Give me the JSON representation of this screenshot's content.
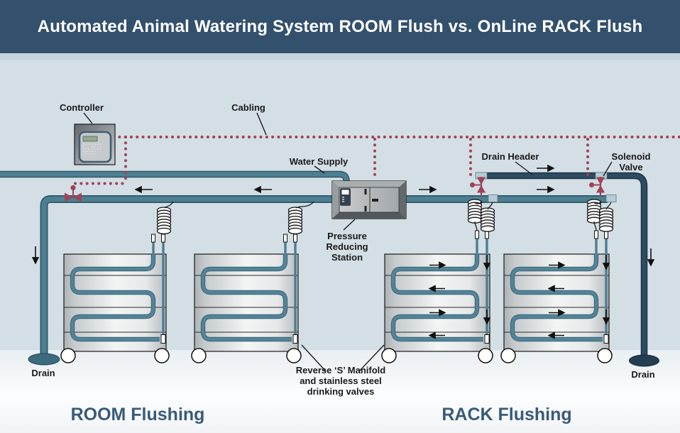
{
  "title": "Automated Animal Watering System ROOM Flush vs. OnLine RACK Flush",
  "labels": {
    "controller": "Controller",
    "cabling": "Cabling",
    "water_supply": "Water Supply",
    "drain_header": "Drain Header",
    "solenoid_valve": "Solenoid Valve",
    "pressure_station": "Pressure\nReducing\nStation",
    "reverse_s_manifold": "Reverse ‘S’ Manifold\nand stainless steel\ndrinking valves",
    "drain_left": "Drain",
    "drain_right": "Drain",
    "room_flushing": "ROOM Flushing",
    "rack_flushing": "RACK Flushing"
  },
  "colors": {
    "title_bar": "#33506c",
    "under_strip": "#c6d4de",
    "background": "#d4dee5",
    "pipe_teal": "#4d7e92",
    "pipe_teal_dark": "#2f5866",
    "pipe_navy": "#2d4b61",
    "pipe_navy_dark": "#1b3344",
    "serpentine": "#548398",
    "serpentine_dark": "#39687a",
    "cable": "#9e4458",
    "tab": "#b7cbd4",
    "label": "#1a1a1a",
    "section_label": "#3a5a78",
    "drain_left": "#3c6b7e",
    "drain_right": "#233e52"
  },
  "icons": {
    "flush_valve": "valve-icon",
    "solenoid_valve": "valve-icon",
    "cable_style": "dotted-line",
    "coil": "recoil-hose-icon"
  }
}
